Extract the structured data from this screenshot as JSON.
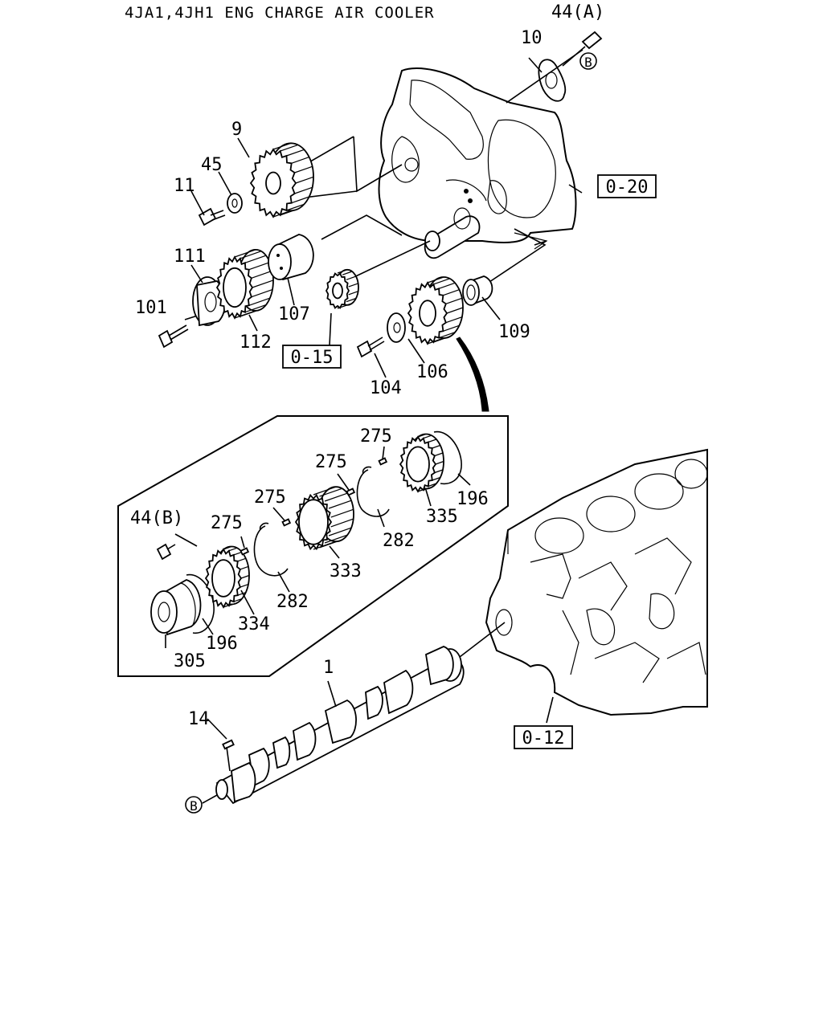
{
  "title": "4JA1,4JH1 ENG CHARGE AIR COOLER",
  "part_labels": {
    "p44a": "44(A)",
    "p10": "10",
    "p9": "9",
    "p45": "45",
    "p11": "11",
    "p111": "111",
    "p101": "101",
    "p112": "112",
    "p107": "107",
    "p109": "109",
    "p106": "106",
    "p104": "104",
    "p275a": "275",
    "p275b": "275",
    "p275c": "275",
    "p275d": "275",
    "p196a": "196",
    "p196b": "196",
    "p335": "335",
    "p282a": "282",
    "p282b": "282",
    "p333": "333",
    "p44b": "44(B)",
    "p334": "334",
    "p305": "305",
    "p1": "1",
    "p14": "14"
  },
  "ref_boxes": {
    "r020": "0-20",
    "r015": "0-15",
    "r012": "0-12"
  },
  "circle_markers": {
    "b_top": "B",
    "b_bottom": "B"
  }
}
